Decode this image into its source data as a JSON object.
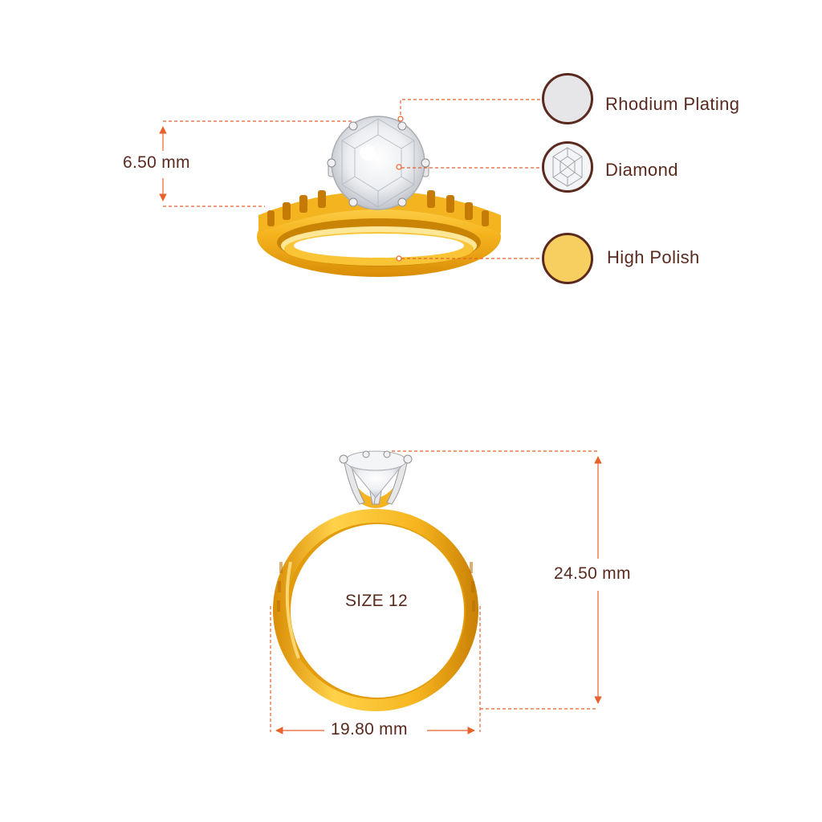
{
  "colors": {
    "dimension_line": "#e8622c",
    "text": "#5a2a1f",
    "gold": "#f6b51f",
    "gold_dark": "#d98d06",
    "gold_light": "#ffd95a",
    "rhodium": "#e6e6e8",
    "high_polish": "#f7cf60",
    "diamond": "#f2f3f5"
  },
  "legend": {
    "items": [
      {
        "label": "Rhodium Plating",
        "swatch": "rhodium"
      },
      {
        "label": "Diamond",
        "swatch": "diamond-facets"
      },
      {
        "label": "High Polish",
        "swatch": "high_polish"
      }
    ]
  },
  "dimensions": {
    "head_height": "6.50 mm",
    "ring_height": "24.50 mm",
    "ring_width": "19.80 mm",
    "ring_size": "SIZE 12"
  }
}
